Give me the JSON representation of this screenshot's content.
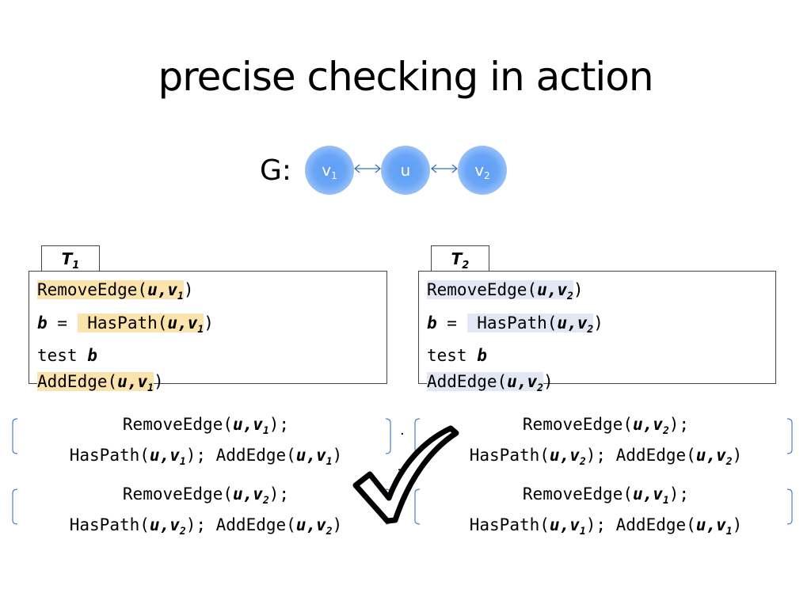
{
  "title": "precise checking in action",
  "graph": {
    "label": "G:",
    "nodes": [
      {
        "name": "v",
        "sub": "1"
      },
      {
        "name": "u",
        "sub": ""
      },
      {
        "name": "v",
        "sub": "2"
      }
    ],
    "node_color": "#6aa6f7",
    "edge_color": "#3c6fb0"
  },
  "threads": [
    {
      "tab": {
        "name": "T",
        "sub": "1"
      },
      "highlight": "#fbe3ae",
      "lines": [
        {
          "op": "RemoveEdge(",
          "u": "u",
          "v": "v",
          "sub": "1",
          "close": ")"
        },
        {
          "lhs": "b",
          "eq": " = ",
          "op": "HasPath(",
          "u": "u",
          "v": "v",
          "sub": "1",
          "close": ")"
        },
        {
          "kw": "test ",
          "var": "b"
        },
        {
          "op": "AddEdge(",
          "u": "u",
          "v": "v",
          "sub": "1",
          "close": ")"
        }
      ]
    },
    {
      "tab": {
        "name": "T",
        "sub": "2"
      },
      "highlight": "#e1e8f3",
      "lines": [
        {
          "op": "RemoveEdge(",
          "u": "u",
          "v": "v",
          "sub": "2",
          "close": ")"
        },
        {
          "lhs": "b",
          "eq": " = ",
          "op": "HasPath(",
          "u": "u",
          "v": "v",
          "sub": "2",
          "close": ")"
        },
        {
          "kw": "test ",
          "var": "b"
        },
        {
          "op": "AddEdge(",
          "u": "u",
          "v": "v",
          "sub": "2",
          "close": ")"
        }
      ]
    }
  ],
  "sequences": [
    {
      "sub1": "1",
      "sub2": "1",
      "sub3": "1"
    },
    {
      "sub1": "2",
      "sub2": "2",
      "sub3": "2"
    },
    {
      "sub1": "2",
      "sub2": "2",
      "sub3": "2"
    },
    {
      "sub1": "1",
      "sub2": "1",
      "sub3": "1"
    }
  ],
  "seq_text": {
    "remove": "RemoveEdge(",
    "haspath": "HasPath(",
    "add": "AddEdge(",
    "comma": ",",
    "u": "u",
    "v": "v",
    "close_semi": ");",
    "close_semi_space": "); ",
    "close": ")"
  },
  "operators": {
    "dot": "·",
    "equiv": "≡"
  },
  "checkmark_color": "#000000"
}
